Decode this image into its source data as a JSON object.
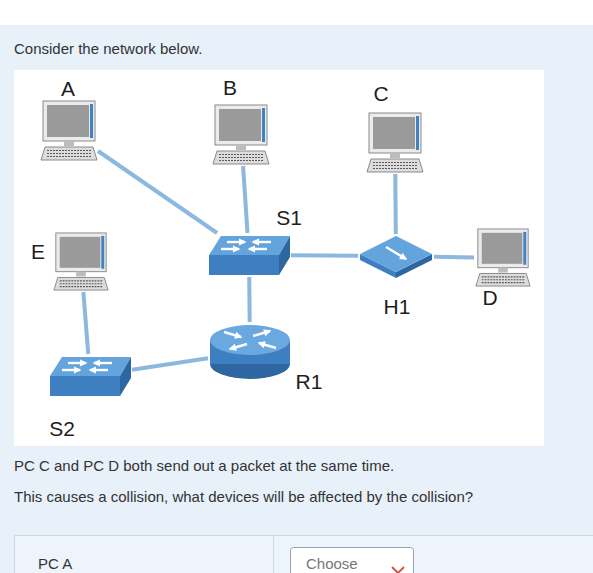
{
  "diagram": {
    "title": "Consider the network below.",
    "nodes": [
      {
        "text": [
          "A"
        ]
      },
      {
        "text": [
          "B"
        ]
      },
      {
        "text": [
          "C"
        ]
      },
      {
        "text": [
          "E"
        ]
      },
      {
        "text": [
          "S1"
        ]
      },
      {
        "text": [
          "H1"
        ]
      },
      {
        "text": [
          "D"
        ]
      },
      {
        "text": [
          "S2"
        ]
      },
      {
        "text": [
          "R1"
        ]
      }
    ],
    "edges": [
      {
        "from": 0,
        "to": 4,
        "arrow": "none"
      },
      {
        "from": 1,
        "to": 4,
        "arrow": "none"
      },
      {
        "from": 2,
        "to": 5,
        "arrow": "none"
      },
      {
        "from": 4,
        "to": 5,
        "arrow": "none"
      },
      {
        "from": 5,
        "to": 6,
        "arrow": "none"
      },
      {
        "from": 4,
        "to": 8,
        "arrow": "none"
      },
      {
        "from": 8,
        "to": 7,
        "arrow": "none"
      },
      {
        "from": 7,
        "to": 3,
        "arrow": "none"
      }
    ],
    "labels": [
      "PC C and PC D both send out a packet at the same time.",
      "This causes a collision, what devices will be affected by the collision?",
      "PC A",
      "Choose"
    ]
  }
}
